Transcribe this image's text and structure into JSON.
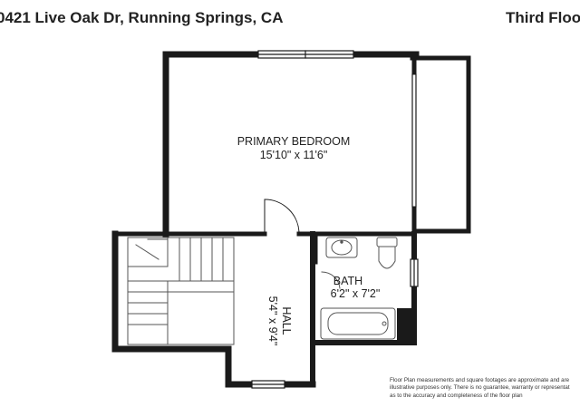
{
  "header": {
    "address": "0421 Live Oak Dr, Running Springs, CA",
    "floor_name": "Third Floo"
  },
  "rooms": {
    "primary_bedroom": {
      "name": "PRIMARY BEDROOM",
      "dims": "15'10\" x 11'6\""
    },
    "bath": {
      "name": "BATH",
      "dims": "6'2\" x 7'2\""
    },
    "hall": {
      "name": "HALL",
      "dims": "5'4\" x 9'4\""
    }
  },
  "disclaimer": {
    "line1": "Floor Plan measurements and square footages are approximate and are",
    "line2": "illustrative purposes only. There is no guarantee, warranty or representat",
    "line3": "as to the accuracy and completeness of the floor plan"
  },
  "colors": {
    "wall": "#1a1a1a",
    "background": "#ffffff",
    "fixture_stroke": "#555555"
  }
}
